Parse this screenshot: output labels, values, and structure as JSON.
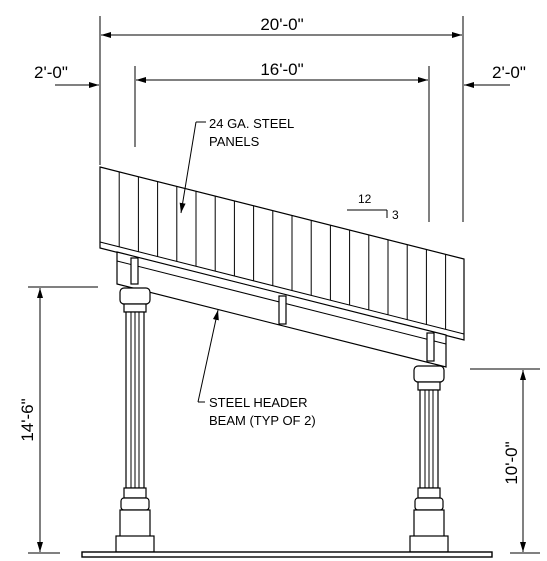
{
  "dimensions": {
    "overall_width": "20'-0\"",
    "post_spacing": "16'-0\"",
    "left_overhang": "2'-0\"",
    "right_overhang": "2'-0\"",
    "high_height": "14'-6\"",
    "low_height": "10'-0\""
  },
  "notes": {
    "panels_line1": "24 GA. STEEL",
    "panels_line2": "PANELS",
    "beam_line1": "STEEL HEADER",
    "beam_line2": "BEAM (TYP OF 2)"
  },
  "slope": {
    "run": "12",
    "rise": "3"
  },
  "colors": {
    "line": "#000000",
    "background": "#ffffff"
  }
}
